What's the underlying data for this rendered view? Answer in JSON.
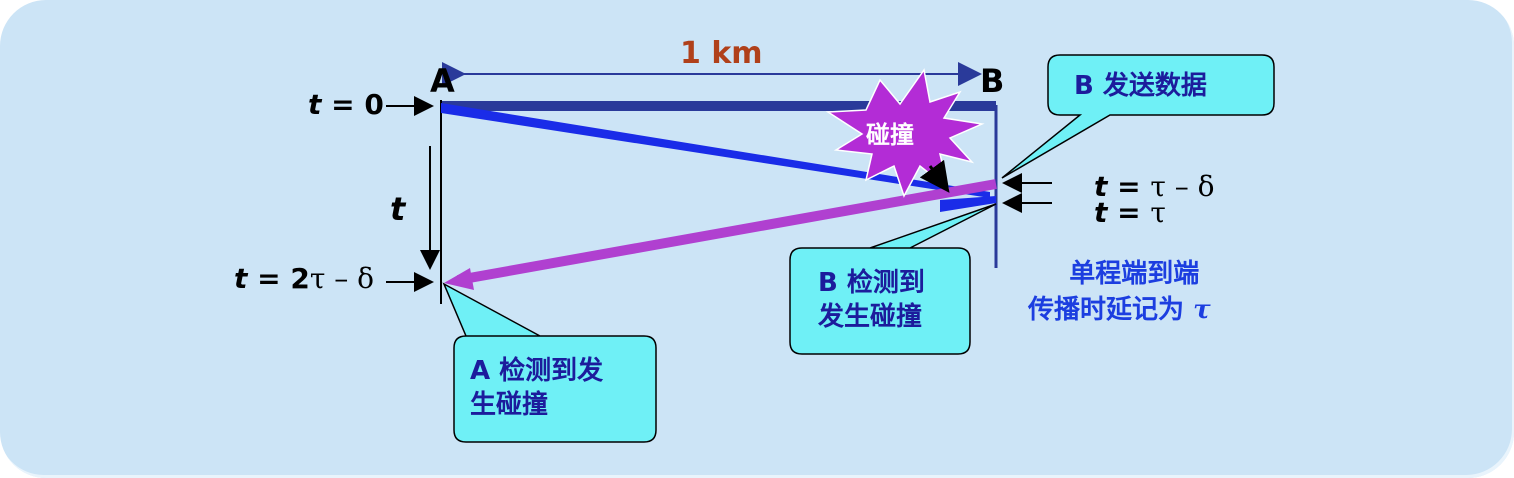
{
  "distance_label": "1 km",
  "point_a": "A",
  "point_b": "B",
  "t0": {
    "var": "t",
    "eq": "= 0"
  },
  "t_axis": "t",
  "t_a_detect": {
    "var": "t",
    "eq": "= 2",
    "tau": "τ",
    "rest": " – δ"
  },
  "t_b1": {
    "var": "t",
    "eq": "=",
    "expr": "τ – δ"
  },
  "t_b2": {
    "var": "t",
    "eq": "=",
    "expr": "τ"
  },
  "collision": "碰撞",
  "b_sends": "B 发送数据",
  "b_detects_line1": "B 检测到",
  "b_detects_line2": "发生碰撞",
  "a_detects_line1": "A 检测到发",
  "a_detects_line2": "生碰撞",
  "note_line1": "单程端到端",
  "note_line2": "传播时延记为",
  "note_tau": "τ",
  "colors": {
    "background": "#cce4f6",
    "callout": "#6ff0f6",
    "signal_a": "#1a2ce8",
    "signal_b": "#b040d0",
    "cable": "#2a3a9a",
    "burst": "#b32cd6",
    "distance": "#b0401a"
  }
}
